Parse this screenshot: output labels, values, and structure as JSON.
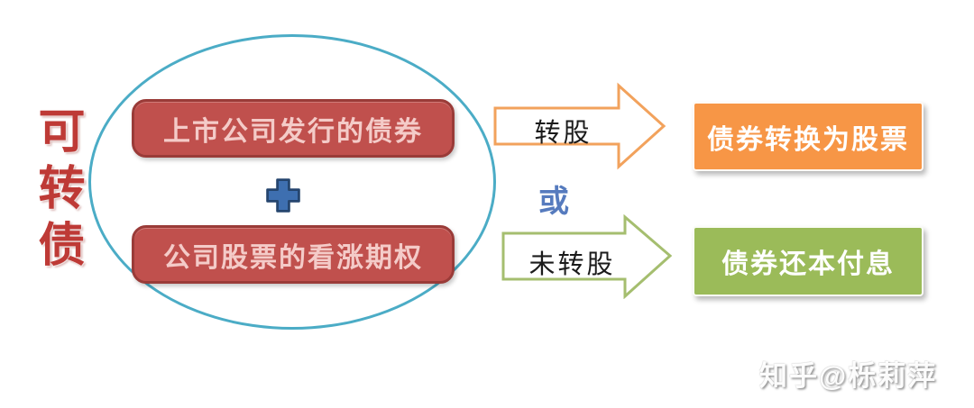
{
  "title": {
    "text": "可转债"
  },
  "oval": {
    "top_box": "上市公司发行的债券",
    "bottom_box": "公司股票的看涨期权"
  },
  "arrows": {
    "converted_label": "转股",
    "or_label": "或",
    "not_converted_label": "未转股"
  },
  "results": {
    "converted": "债券转换为股票",
    "not_converted": "债券还本付息"
  },
  "watermark": "知乎@栎莉萍",
  "colors": {
    "title_text": "#BE3A36",
    "oval_stroke": "#4BACC6",
    "component_box_fill": "#C0504D",
    "component_box_border": "#9A3B38",
    "component_box_text": "#F4CBC8",
    "plus_fill": "#3E6FB0",
    "plus_border": "#25456E",
    "convert_arrow_stroke": "#F2A25C",
    "not_convert_arrow_stroke": "#A5BE6F",
    "arrow_text": "#1B1B1B",
    "or_text": "#567BBE",
    "result_converted_fill": "#F79646",
    "result_principal_fill": "#9BBB59",
    "result_text": "#FFFFFF"
  }
}
